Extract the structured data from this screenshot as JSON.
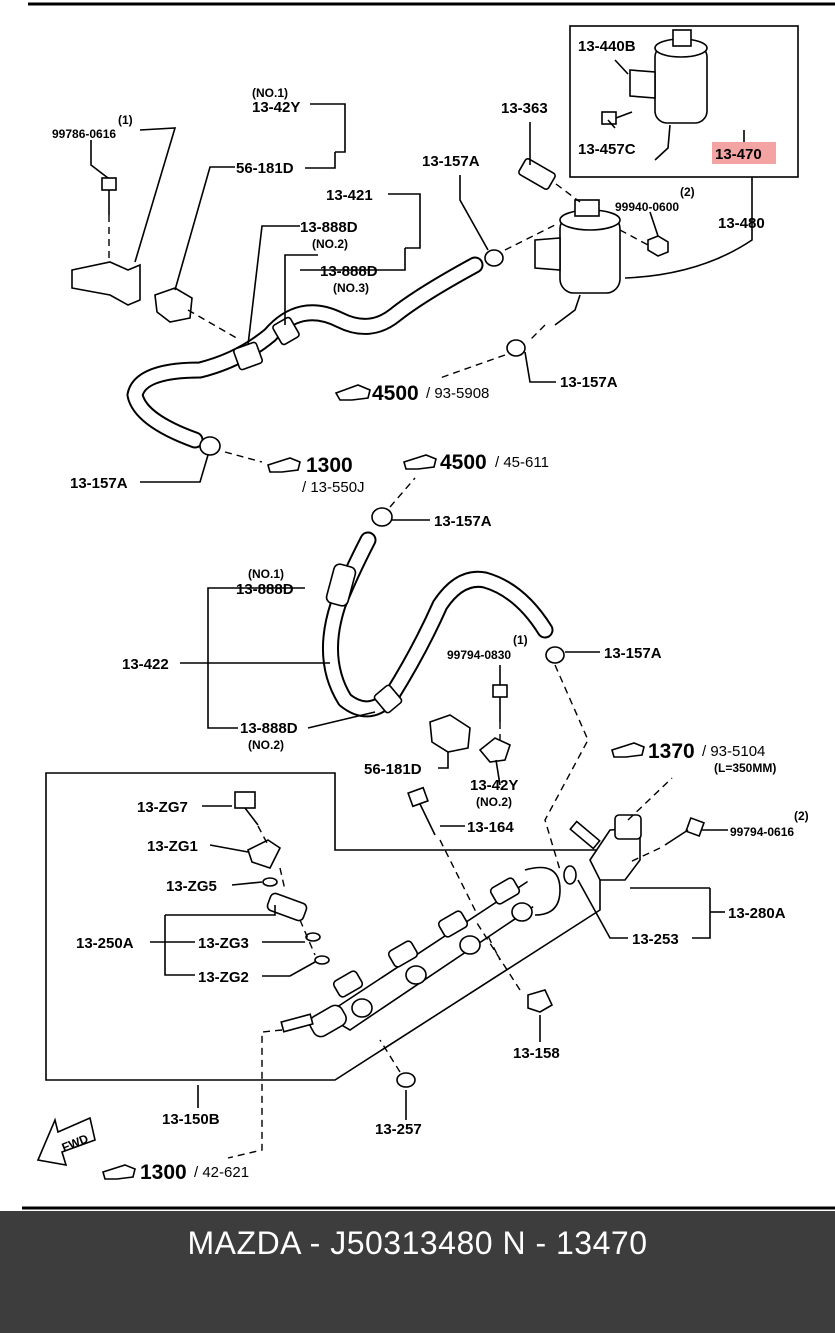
{
  "labels": {
    "l_13_440B": "13-440B",
    "l_13_457C": "13-457C",
    "l_13_470": "13-470",
    "l_13_480": "13-480",
    "l_13_363": "13-363",
    "l_13_157A_1": "13-157A",
    "l_99940_0600": "99940-0600",
    "l_99940_qty": "(2)",
    "l_no1_a": "(NO.1)",
    "l_13_42Y": "13-42Y",
    "l_99786_qty": "(1)",
    "l_99786_0616": "99786-0616",
    "l_56_181D_1": "56-181D",
    "l_13_421": "13-421",
    "l_13_888D_1": "13-888D",
    "l_no2_a": "(NO.2)",
    "l_13_888D_2": "13-888D",
    "l_no3": "(NO.3)",
    "l_13_157A_2": "13-157A",
    "l_13_157A_3": "13-157A",
    "l_13_157A_4": "13-157A",
    "l_no1_b": "(NO.1)",
    "l_13_888D_3": "13-888D",
    "l_13_422": "13-422",
    "l_13_888D_4": "13-888D",
    "l_no2_b": "(NO.2)",
    "l_56_181D_2": "56-181D",
    "l_99794_qty1": "(1)",
    "l_99794_0830": "99794-0830",
    "l_13_157A_5": "13-157A",
    "l_13_42Y_b": "13-42Y",
    "l_no2_c": "(NO.2)",
    "l_13_164": "13-164",
    "l_99794_qty2": "(2)",
    "l_99794_0616": "99794-0616",
    "l_13_ZG7": "13-ZG7",
    "l_13_ZG1": "13-ZG1",
    "l_13_ZG5": "13-ZG5",
    "l_13_250A": "13-250A",
    "l_13_ZG3": "13-ZG3",
    "l_13_ZG2": "13-ZG2",
    "l_13_280A": "13-280A",
    "l_13_253": "13-253",
    "l_13_158": "13-158",
    "l_13_150B": "13-150B",
    "l_13_257": "13-257"
  },
  "refs": {
    "r4500a_num": "4500",
    "r4500a_sub": "/ 93-5908",
    "r1300a_num": "1300",
    "r1300a_sub": "/ 13-550J",
    "r4500b_num": "4500",
    "r4500b_sub": "/ 45-611",
    "r1370_num": "1370",
    "r1370_sub": "/ 93-5104",
    "r1370_len": "(L=350MM)",
    "r1300b_num": "1300",
    "r1300b_sub": "/ 42-621"
  },
  "fwd_label": "FWD",
  "highlight_color": "#f4a3a3",
  "footer": {
    "caption": "MAZDA - J50313480   N - 13470"
  }
}
